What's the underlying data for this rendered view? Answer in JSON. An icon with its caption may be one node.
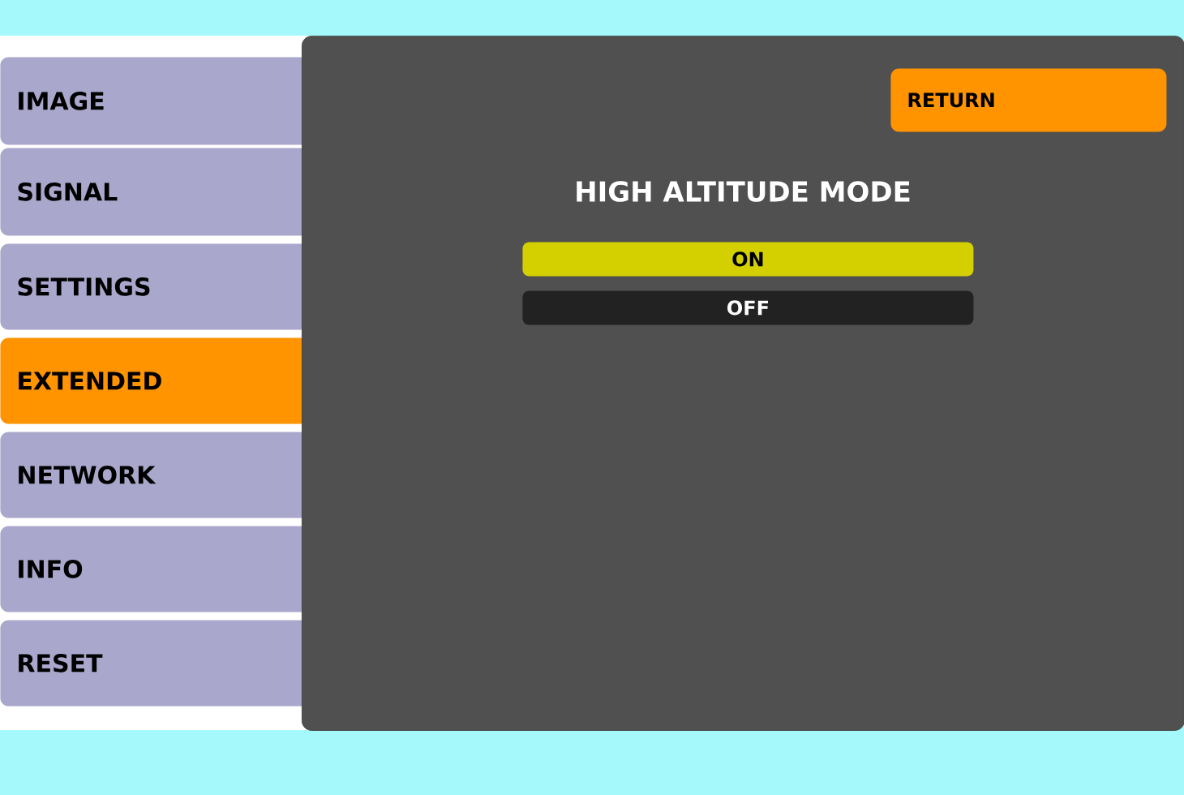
{
  "diagram": {
    "nodes": [
      {
        "text": [
          "IMAGE"
        ]
      },
      {
        "text": [
          "SIGNAL"
        ]
      },
      {
        "text": [
          "SETTINGS"
        ]
      },
      {
        "text": [
          "EXTENDED"
        ]
      },
      {
        "text": [
          "NETWORK"
        ]
      },
      {
        "text": [
          "INFO"
        ]
      },
      {
        "text": [
          "RESET"
        ]
      },
      {
        "text": [
          "HIGH ALTITUDE MODE"
        ]
      },
      {
        "text": [
          "RETURN"
        ],
        "in": 7
      },
      {
        "text": [
          "ON"
        ],
        "in": 7
      },
      {
        "text": [
          "OFF"
        ],
        "in": 7
      }
    ]
  }
}
